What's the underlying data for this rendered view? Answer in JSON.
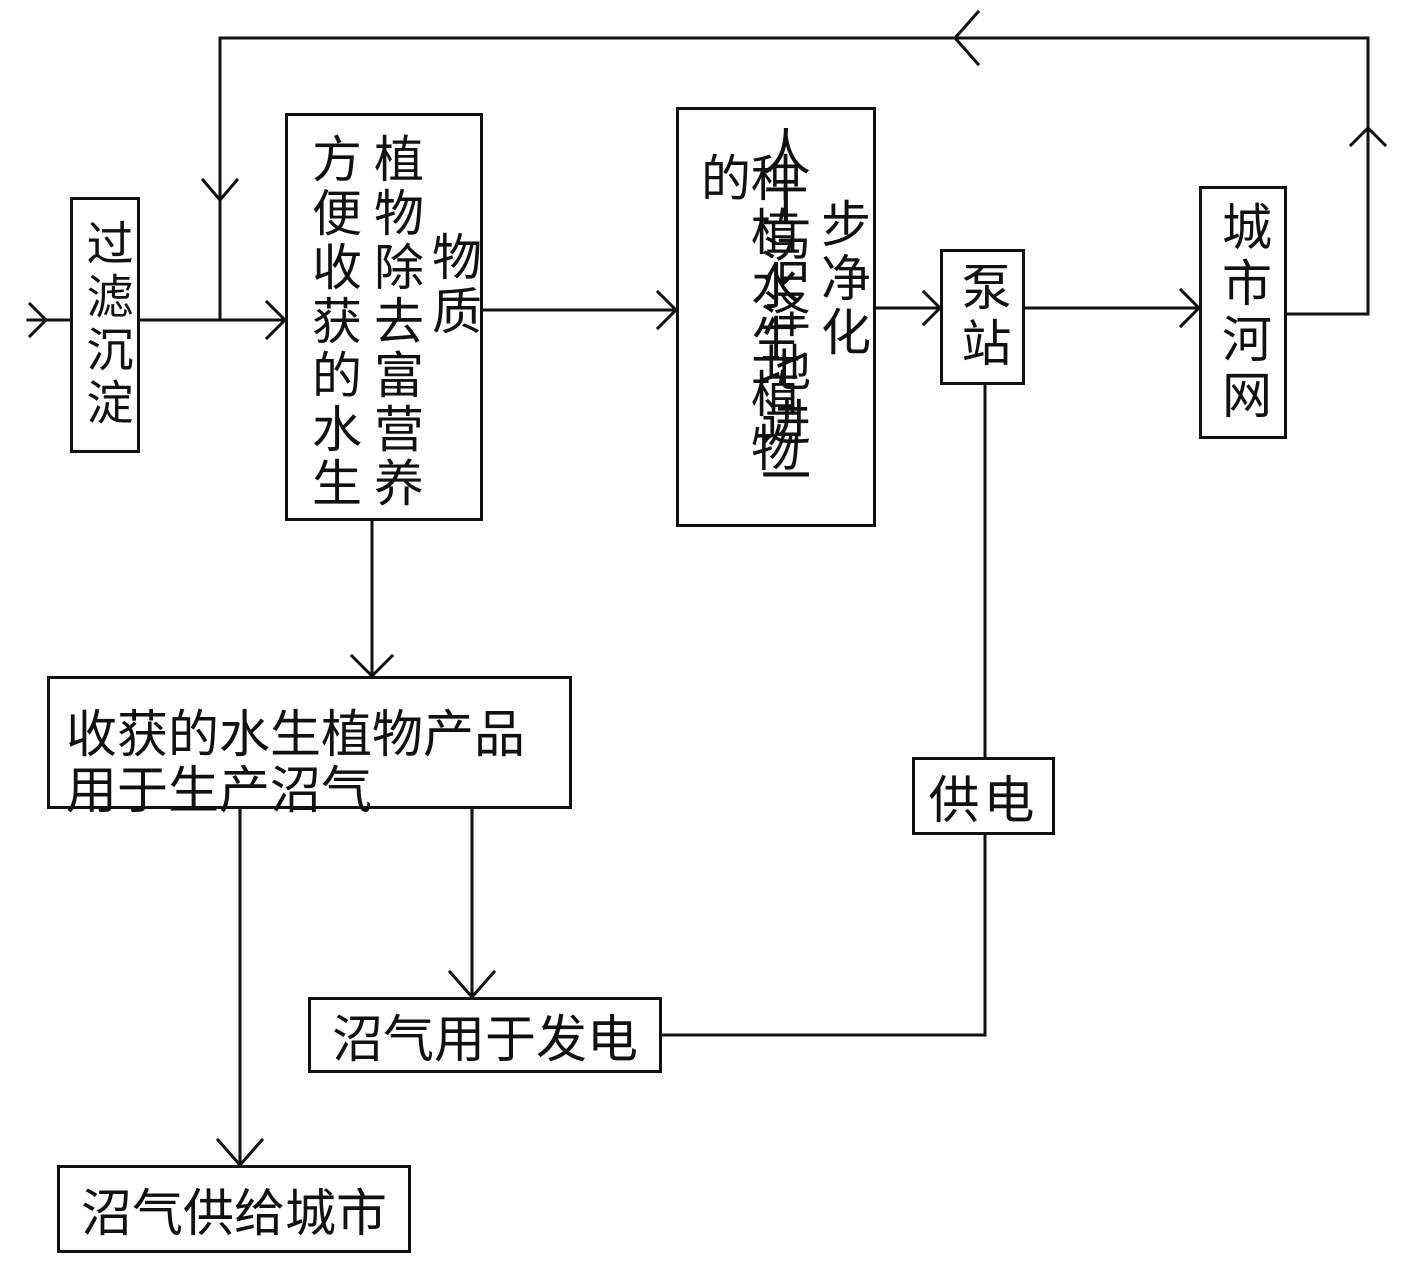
{
  "diagram": {
    "nodes": {
      "filter": "过滤沉淀",
      "plants_col1": "方便收获的水生",
      "plants_col2": "植物除去富营养",
      "plants_col3": "物质",
      "wetland_col1": "种植水生植物的",
      "wetland_col2": "人工沼泽地进一",
      "wetland_col3": "步净化",
      "pump": "泵站",
      "river": "城市河网",
      "harvest_line1": "收获的水生植物产品",
      "harvest_line2": "用于生产沼气",
      "power_supply": "供电",
      "biogas_power": "沼气用于发电",
      "biogas_city": "沼气供给城市"
    }
  }
}
